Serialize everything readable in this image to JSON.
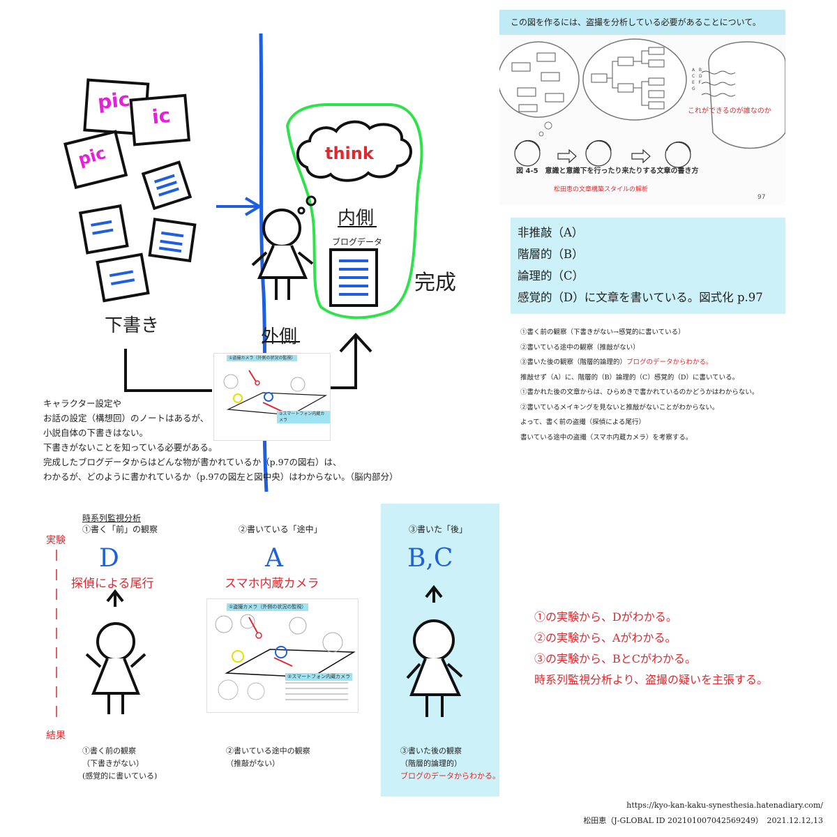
{
  "doodle": {
    "pic1": "pic",
    "pic2": "ic",
    "pic3": "pic",
    "think": "think",
    "uchigawa": "内側",
    "blog_data": "ブログデータ",
    "kansei": "完成",
    "shitagaki": "下書き",
    "sotogawa": "外側"
  },
  "notes_left": [
    "キャラクター設定や",
    "お話の設定（構想回）のノートはあるが、",
    "小説自体の下書きはない。",
    "下書きがないことを知っている必要がある。",
    "完成したブログデータからはどんな物が書かれているか（p.97の図右）は、",
    "わかるが、どのように書かれているか（p.97の図左と図中央）はわからない。（脳内部分）"
  ],
  "book": {
    "header": "この図を作るには、盗撮を分析している必要があることについて。",
    "bubble_text": "これができるのが誰なのか",
    "caption": "図 4-5　意識と意識下を行ったり来たりする文章の書き方",
    "subcaption": "松田恵の文章構築スタイルの解析",
    "page": "97",
    "letters": [
      "A",
      "B",
      "C",
      "D",
      "E",
      "F",
      "G"
    ]
  },
  "categories": [
    "非推敲（A）",
    "階層的（B）",
    "論理的（C）",
    "感覚的（D）に文章を書いている。図式化 p.97"
  ],
  "notes_right": [
    {
      "text": "①書く前の観察（下書きがない→感覚的に書いている）",
      "extra": ""
    },
    {
      "text": "②書いている途中の観察（推敲がない）",
      "extra": ""
    },
    {
      "text": "③書いた後の観察（階層的論理的）",
      "extra": "ブログのデータからわかる。"
    },
    {
      "text": "推敲せず（A）に、階層的（B）論理的（C）感覚的（D）に書いている。",
      "extra": ""
    },
    {
      "text": "①書かれた後の文章からは、ひらめきで書かれているのかどうかはわからない。",
      "extra": ""
    },
    {
      "text": "②書いているメイキングを見ないと推敲がないことがわからない。",
      "extra": ""
    },
    {
      "text": "よって、書く前の盗撮（探偵による尾行）",
      "extra": ""
    },
    {
      "text": "書いている途中の盗撮（スマホ内蔵カメラ）を考察する。",
      "extra": ""
    }
  ],
  "thumb": {
    "label1": "①盗撮カメラ（外側の状況の監視）",
    "label2": "②スマートフォン内蔵カメラ",
    "note_small": "②書いている途中の観察"
  },
  "timeline": {
    "title": "時系列監視分析",
    "jikken": "実験",
    "kekka": "結果",
    "col1": {
      "head": "①書く「前」の観察",
      "letter": "D",
      "method": "探偵による尾行",
      "foot": [
        "①書く前の観察",
        "（下書きがない）",
        "(感覚的に書いている)"
      ]
    },
    "col2": {
      "head": "②書いている「途中」",
      "letter": "A",
      "method": "スマホ内蔵カメラ",
      "foot": [
        "②書いている途中の観察",
        "（推敲がない）"
      ]
    },
    "col3": {
      "head": "③書いた「後」",
      "letter": "B,C",
      "foot": [
        "③書いた後の観察",
        "（階層的論理的）"
      ],
      "foot_red": "ブログのデータからわかる。"
    }
  },
  "conclusions": [
    "①の実験から、Dがわかる。",
    "②の実験から、Aがわかる。",
    "③の実験から、BとCがわかる。",
    "時系列監視分析より、盗撮の疑いを主張する。"
  ],
  "footer": {
    "url": "https://kyo-kan-kaku-synesthesia.hatenadiary.com/",
    "credit": "松田恵（J-GLOBAL ID 202101007042569249）　2021.12.12,13"
  },
  "colors": {
    "red": "#e0282e",
    "blue": "#1e63d6",
    "cyan": "#cdf1f8",
    "green": "#2ee24a",
    "magenta": "#e61fd8"
  }
}
